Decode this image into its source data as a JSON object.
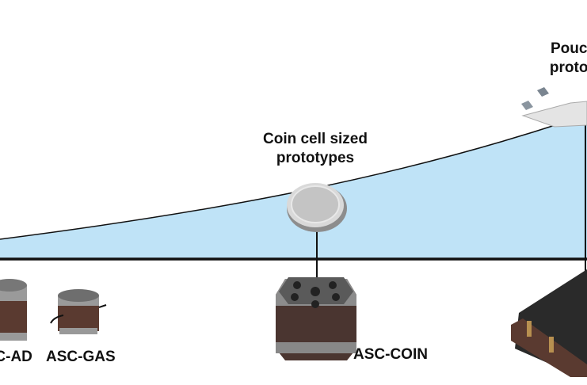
{
  "labels": {
    "coin_title_line1": "Coin cell sized",
    "coin_title_line2": "prototypes",
    "pouch_title_line1": "Pouch-cell",
    "pouch_title_line2": "prototypes",
    "asc_ad": "ASC-AD",
    "asc_gas": "ASC-GAS",
    "asc_coin": "ASC-COIN"
  },
  "colors": {
    "area_fill": "#bfe3f7",
    "line": "#111111",
    "device_body": "#5a3a30",
    "device_cap": "#8a8a8a"
  }
}
